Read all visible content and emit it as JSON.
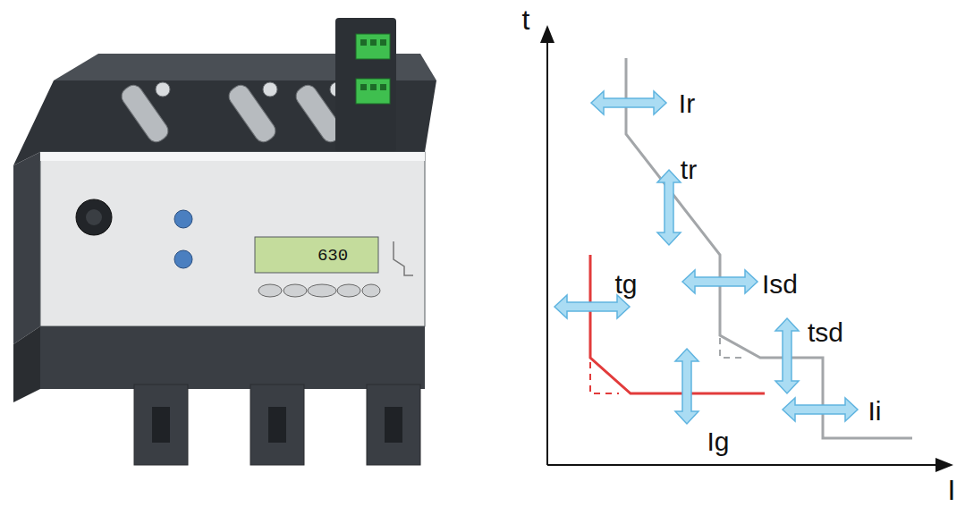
{
  "diagram": {
    "labels": [
      "630",
      "t",
      "I",
      "Ir",
      "tr",
      "Isd",
      "tsd",
      "Ii",
      "tg",
      "Ig"
    ]
  }
}
